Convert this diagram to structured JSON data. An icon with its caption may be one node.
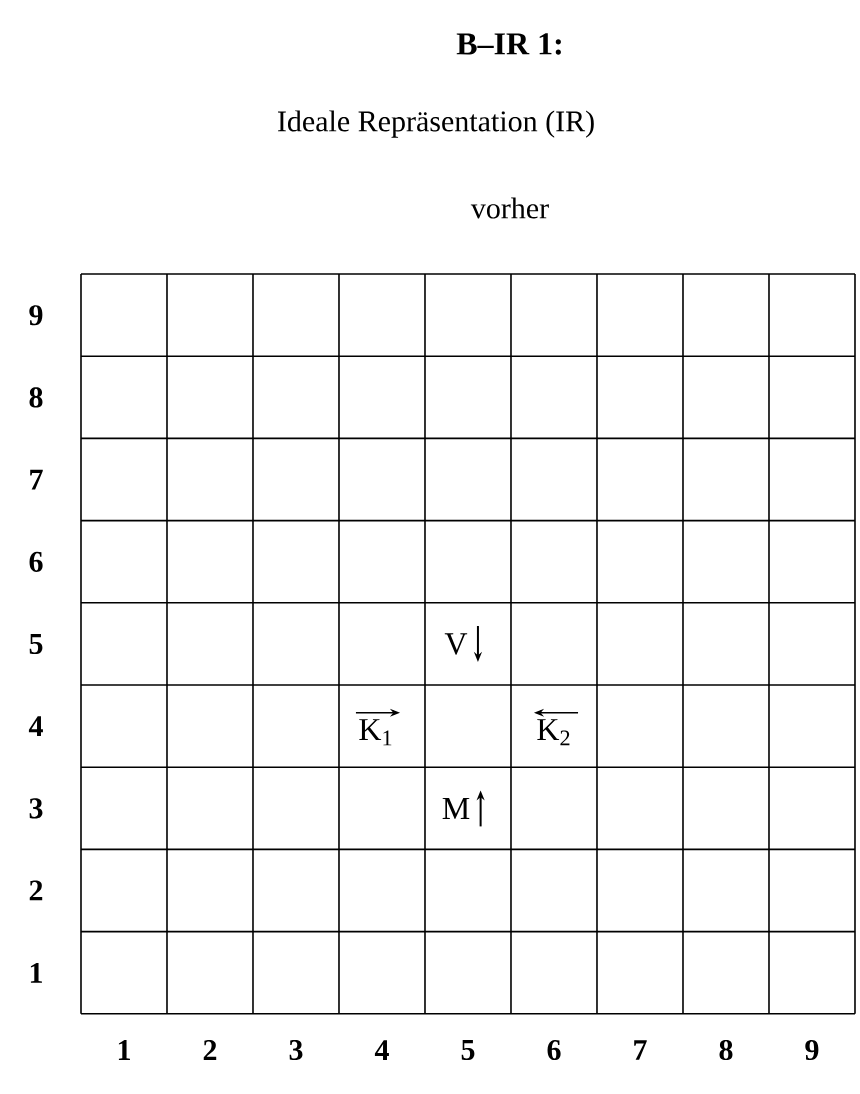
{
  "diagram": {
    "title": "B–IR 1:",
    "labels": [
      "Ideale Repräsentation (IR)",
      "vorher",
      "9",
      "8",
      "7",
      "6",
      "5",
      "V",
      "4",
      "K$_{1}$",
      "K$_{2}$",
      "3",
      "M",
      "2",
      "1",
      "1",
      "2",
      "3",
      "4",
      "5",
      "6",
      "7",
      "8",
      "9"
    ]
  }
}
